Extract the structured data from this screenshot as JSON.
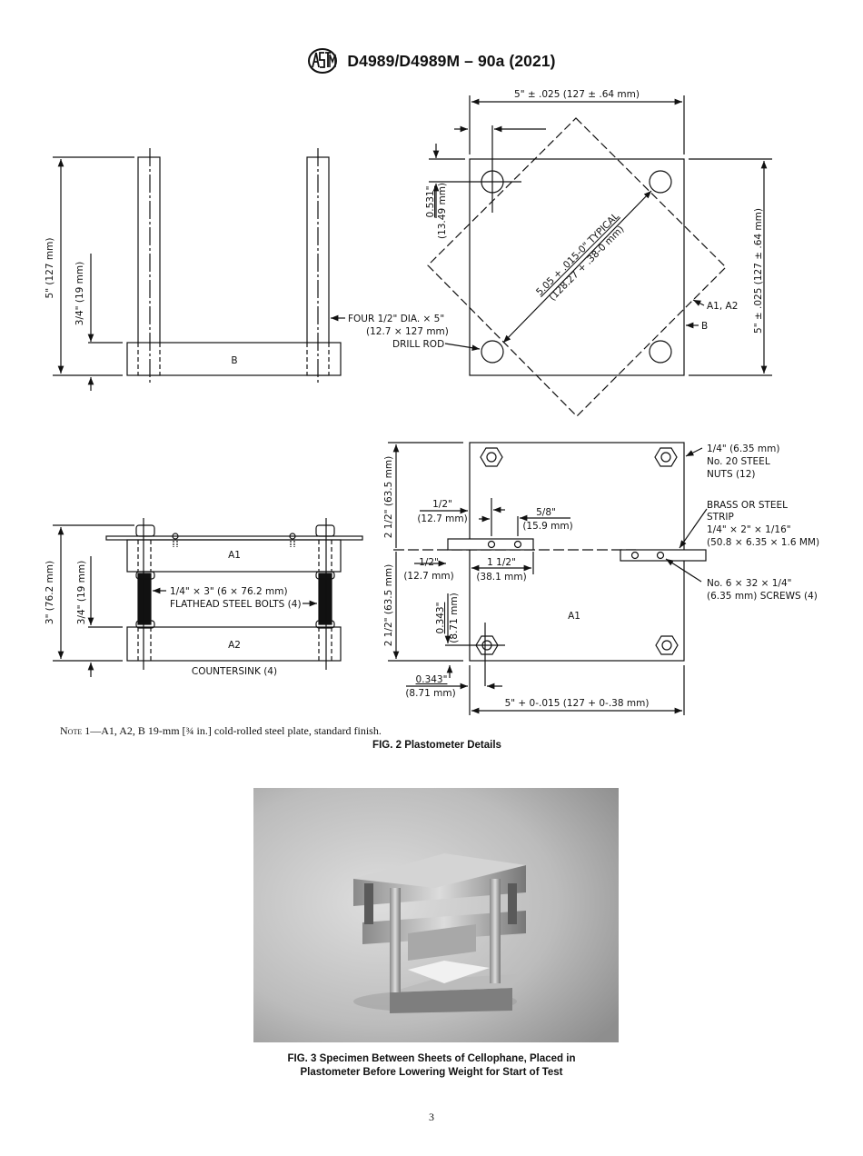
{
  "header": {
    "logo_icon": "astm-logo-icon",
    "title": "D4989/D4989M – 90a (2021)"
  },
  "figure2": {
    "side_view_top": {
      "height_dim": "5\" (127 mm)",
      "base_dim": "3/4\" (19 mm)",
      "base_label": "B",
      "rod_callout_line1": "FOUR 1/2\" DIA. × 5\"",
      "rod_callout_line2": "(12.7 × 127 mm)",
      "rod_callout_line3": "DRILL ROD"
    },
    "plan_view_top": {
      "width_dim": "5\" ± .025 (127 ± .64 mm)",
      "height_dim": "5\" ± .025 (127 ± .64 mm)",
      "hole_offset_in": "0.531\"",
      "hole_offset_mm": "(13.49 mm)",
      "diagonal_line1": "5.05 + .015-0\" TYPICAL",
      "diagonal_line2": "(128.27 + .38-0 mm)",
      "label_a": "A1, A2",
      "label_b": "B"
    },
    "side_view_bottom": {
      "height_dim": "3\" (76.2 mm)",
      "gap_dim": "3/4\" (19 mm)",
      "top_plate": "A1",
      "bottom_plate": "A2",
      "bolt_line1": "1/4\" × 3\" (6 × 76.2 mm)",
      "bolt_line2": "FLATHEAD STEEL BOLTS (4)",
      "countersink": "COUNTERSINK (4)"
    },
    "plan_view_bottom": {
      "upper_half_dim": "2 1/2\" (63.5 mm)",
      "lower_half_dim": "2 1/2\" (63.5 mm)",
      "strip_offset_top_in": "1/2\"",
      "strip_offset_top_mm": "(12.7 mm)",
      "screw_spacing_in": "5/8\"",
      "screw_spacing_mm": "(15.9 mm)",
      "strip_offset_bot_in": "1/2\"",
      "strip_offset_bot_mm": "(12.7 mm)",
      "strip_len_in": "1 1/2\"",
      "strip_len_mm": "(38.1 mm)",
      "nut_vert_in": "0.343\"",
      "nut_vert_mm": "(8.71 mm)",
      "nut_horz_in": "0.343\"",
      "nut_horz_mm": "(8.71 mm)",
      "width_dim": "5\" + 0-.015 (127 + 0-.38 mm)",
      "plate_label": "A1",
      "nuts_line1": "1/4\" (6.35 mm)",
      "nuts_line2": "No. 20 STEEL",
      "nuts_line3": "NUTS (12)",
      "strip_line1": "BRASS OR STEEL",
      "strip_line2": "STRIP",
      "strip_line3": "1/4\" × 2\" × 1/16\"",
      "strip_line4": "(50.8 × 6.35 × 1.6 MM)",
      "screws_line1": "No. 6 × 32 × 1/4\"",
      "screws_line2": "(6.35 mm) SCREWS (4)"
    },
    "note_prefix": "Note 1",
    "note_text": "—A1, A2, B 19-mm [¾ in.] cold-rolled steel plate, standard finish.",
    "caption": "FIG. 2 Plastometer Details"
  },
  "figure3": {
    "photo_description": "plastometer-photo",
    "caption_line1": "FIG. 3  Specimen Between Sheets of Cellophane, Placed in",
    "caption_line2": "Plastometer Before Lowering Weight for Start of Test"
  },
  "page_number": "3"
}
